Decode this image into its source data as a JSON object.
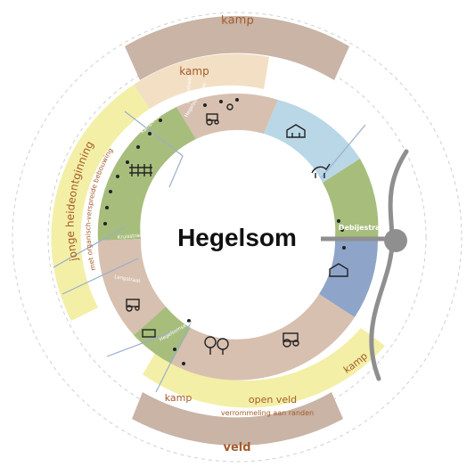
{
  "center": {
    "title": "Hegelsom"
  },
  "outer_ring": {
    "top_label": "kamp",
    "bottom_label": "veld"
  },
  "middle_ring": {
    "kamp_top": "kamp",
    "kamp_bottom_left": "kamp",
    "kamp_bottom_right": "kamp",
    "open_veld": "open veld",
    "verrommeling": "verrommeling aan randen",
    "jonge_heide": "jonge heideontginning",
    "met_organisch": "met organisch-verspreide bebouwing"
  },
  "inner_ring": {
    "road_label": "Past. Debijestraat",
    "small_street_labels": [
      "Hegelsomstraat",
      "Kruisstraat",
      "Langstraat",
      "Hoogstraat",
      "Hegelsomsevoort",
      "Kampweg"
    ]
  },
  "colors": {
    "ring_outer_band": "#c9b4a6",
    "kamp_band_top": "#f3dfc4",
    "heide_band": "#f3efa6",
    "sector_tan": "#d7c0b0",
    "sector_green": "#a7bd7c",
    "sector_blue": "#b9d7e6",
    "sector_slate": "#8ea5c9",
    "text_brown": "#a55a2a",
    "road_grey": "#8f8f8f"
  }
}
